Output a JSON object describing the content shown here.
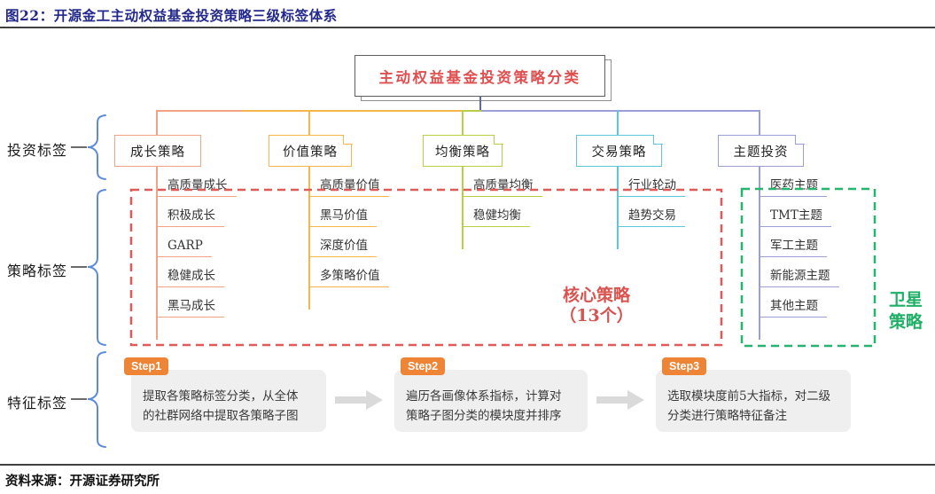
{
  "figure": {
    "title": "图22：开源金工主动权益基金投资策略三级标签体系",
    "source": "资料来源：开源证券研究所"
  },
  "diagram": {
    "root": "主动权益基金投资策略分类",
    "row_labels": [
      "投资标签",
      "策略标签",
      "特征标签"
    ],
    "columns": [
      {
        "label": "成长策略",
        "color": "#F2A285",
        "items": [
          "高质量成长",
          "积极成长",
          "GARP",
          "稳健成长",
          "黑马成长"
        ]
      },
      {
        "label": "价值策略",
        "color": "#F7B54E",
        "items": [
          "高质量价值",
          "黑马价值",
          "深度价值",
          "多策略价值"
        ]
      },
      {
        "label": "均衡策略",
        "color": "#B9CE44",
        "items": [
          "高质量均衡",
          "稳健均衡"
        ]
      },
      {
        "label": "交易策略",
        "color": "#5EC5DA",
        "items": [
          "行业轮动",
          "趋势交易"
        ]
      },
      {
        "label": "主题投资",
        "color": "#9B9FD8",
        "items": [
          "医药主题",
          "TMT主题",
          "军工主题",
          "新能源主题",
          "其他主题"
        ]
      }
    ],
    "core_group": {
      "line1": "核心策略",
      "line2": "（13个）",
      "color": "#D9534F",
      "border_color": "#E05A5A"
    },
    "satellite_group": {
      "line1": "卫星",
      "line2": "策略",
      "color": "#1FAF66",
      "border_color": "#25B56F"
    },
    "steps": [
      {
        "tag": "Step1",
        "line1": "提取各策略标签分类，从全体",
        "line2": "的社群网络中提取各策略子图"
      },
      {
        "tag": "Step2",
        "line1": "遍历各画像体系指标，计算对",
        "line2": "策略子图分类的模块度并排序"
      },
      {
        "tag": "Step3",
        "line1": "选取模块度前5大指标，对二级",
        "line2": "分类进行策略特征备注"
      }
    ],
    "accent_colors": {
      "title_navy": "#23298C",
      "root_text_red": "#E04F4F",
      "root_connector": "#5F66AC",
      "brace_blue": "#5B8BD8",
      "step_tag_orange": "#EE8435",
      "step_box_gray": "#EFEFEF",
      "arrow_gray": "#DADADA"
    }
  }
}
